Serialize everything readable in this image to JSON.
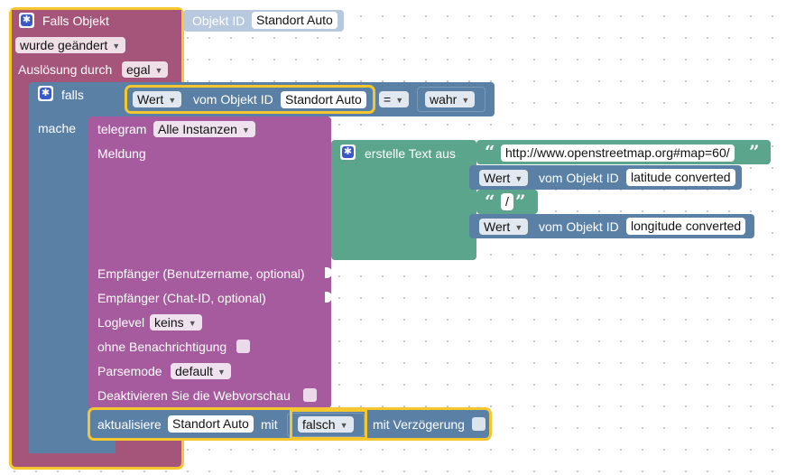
{
  "trigger": {
    "title": "Falls Objekt",
    "object_id_label": "Objekt ID",
    "object_id_value": "Standort Auto",
    "change_mode": "wurde geändert",
    "trigger_by_label": "Auslösung durch",
    "trigger_by_value": "egal"
  },
  "if_block": {
    "label_if": "falls",
    "label_do": "mache",
    "value_mode": "Wert",
    "from_object_label": "vom Objekt ID",
    "object_id": "Standort Auto",
    "operator": "=",
    "compare_value": "wahr"
  },
  "telegram": {
    "label": "telegram",
    "instance": "Alle Instanzen",
    "message_label": "Meldung",
    "recipient_user_label": "Empfänger (Benutzername, optional)",
    "recipient_chat_label": "Empfänger (Chat-ID, optional)",
    "loglevel_label": "Loglevel",
    "loglevel_value": "keins",
    "silent_label": "ohne Benachrichtigung",
    "parsemode_label": "Parsemode",
    "parsemode_value": "default",
    "disable_preview_label": "Deaktivieren Sie die Webvorschau"
  },
  "text_join": {
    "label": "erstelle Text aus",
    "text1": "http://www.openstreetmap.org#map=60/",
    "lat_mode": "Wert",
    "lat_from_label": "vom Objekt ID",
    "lat_object": "latitude converted",
    "separator": "/",
    "lon_mode": "Wert",
    "lon_from_label": "vom Objekt ID",
    "lon_object": "longitude converted",
    "quote_open": "“",
    "quote_close": "”"
  },
  "update": {
    "label": "aktualisiere",
    "object": "Standort Auto",
    "with_label": "mit",
    "value": "falsch",
    "delay_label": "mit Verzögerung"
  },
  "colors": {
    "trigger_block": "#a5547a",
    "control_block": "#5b80a5",
    "telegram_block": "#a55b9e",
    "text_block": "#5ba58c",
    "selection_outline": "#f6c62f"
  }
}
